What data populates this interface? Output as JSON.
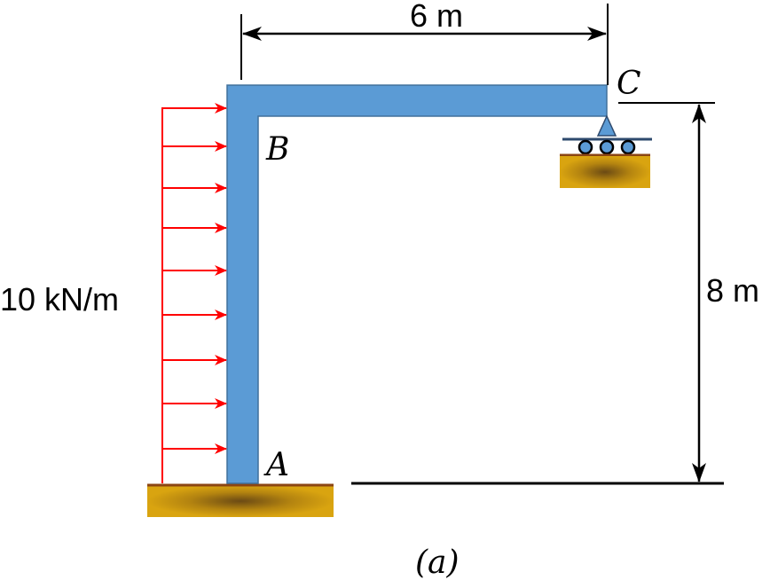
{
  "dimensions": {
    "span_label": "6 m",
    "height_label": "8 m"
  },
  "load": {
    "label": "10 kN/m",
    "arrow_count": 9
  },
  "points": {
    "a": "A",
    "b": "B",
    "c": "C"
  },
  "caption": "(a)",
  "colors": {
    "member": "#5b9bd5",
    "load": "#ff0000",
    "ground": "#d4a017",
    "ground_line": "#8b4513",
    "roller_line": "#2e4a6e"
  }
}
